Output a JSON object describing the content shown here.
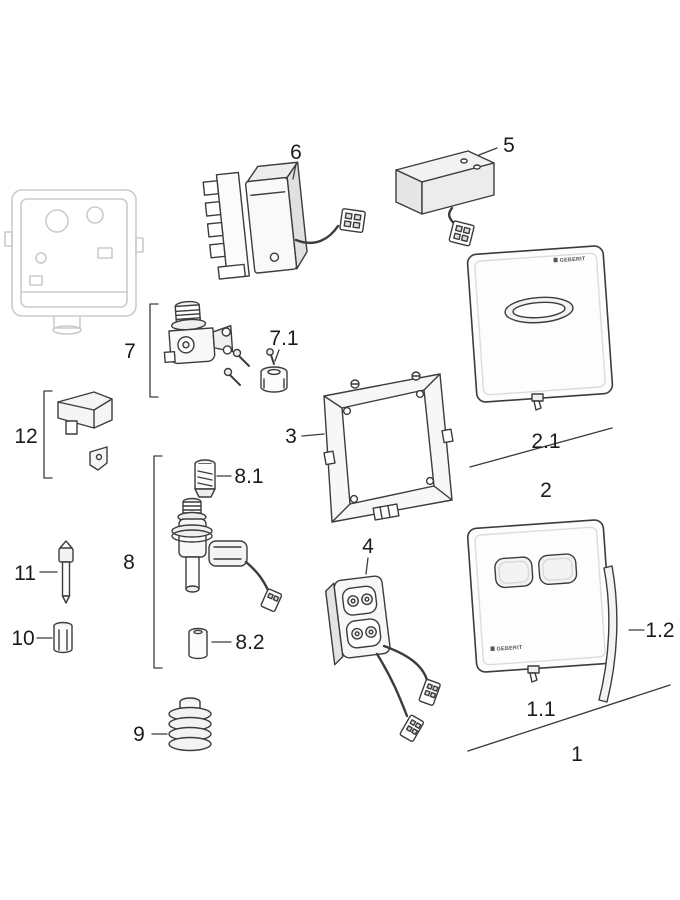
{
  "diagram": {
    "brand": "GEBERIT",
    "labels": {
      "l1": "1",
      "l1_1": "1.1",
      "l1_2": "1.2",
      "l2": "2",
      "l2_1": "2.1",
      "l3": "3",
      "l4": "4",
      "l5": "5",
      "l6": "6",
      "l7": "7",
      "l7_1": "7.1",
      "l8": "8",
      "l8_1": "8.1",
      "l8_2": "8.2",
      "l9": "9",
      "l10": "10",
      "l11": "11",
      "l12": "12"
    }
  }
}
